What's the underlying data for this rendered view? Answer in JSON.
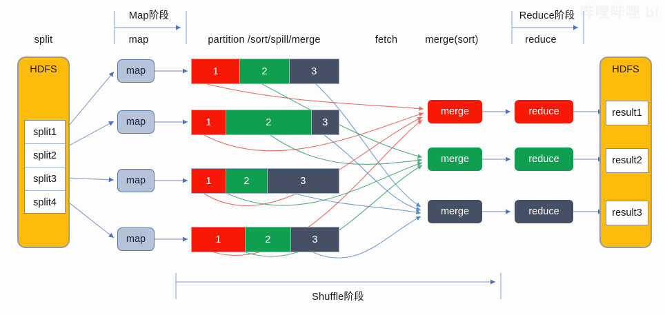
{
  "diagram": {
    "title": "MapReduce Shuffle Process",
    "watermark": "哔哩哔哩 bi"
  },
  "phases": {
    "map_phase": "Map阶段",
    "reduce_phase": "Reduce阶段",
    "shuffle_phase": "Shuffle阶段"
  },
  "column_labels": {
    "split": "split",
    "map": "map",
    "partition": "partition /sort/spill/merge",
    "fetch": "fetch",
    "merge_sort": "merge(sort)",
    "reduce": "reduce"
  },
  "input_store": {
    "name": "HDFS",
    "splits": [
      "split1",
      "split2",
      "split3",
      "split4"
    ]
  },
  "output_store": {
    "name": "HDFS",
    "results": [
      "result1",
      "result2",
      "result3"
    ]
  },
  "mappers": [
    {
      "label": "map"
    },
    {
      "label": "map"
    },
    {
      "label": "map"
    },
    {
      "label": "map"
    }
  ],
  "partition_bars": [
    {
      "segments": [
        {
          "label": "1",
          "color": "#f81807",
          "width_pct": 33.0
        },
        {
          "label": "2",
          "color": "#109f50",
          "width_pct": 33.5
        },
        {
          "label": "3",
          "color": "#465064",
          "width_pct": 33.5
        }
      ]
    },
    {
      "segments": [
        {
          "label": "1",
          "color": "#f81807",
          "width_pct": 23.5
        },
        {
          "label": "2",
          "color": "#109f50",
          "width_pct": 58.0
        },
        {
          "label": "3",
          "color": "#465064",
          "width_pct": 18.5
        }
      ]
    },
    {
      "segments": [
        {
          "label": "1",
          "color": "#f81807",
          "width_pct": 23.5
        },
        {
          "label": "2",
          "color": "#109f50",
          "width_pct": 28.0
        },
        {
          "label": "3",
          "color": "#465064",
          "width_pct": 48.5
        }
      ]
    },
    {
      "segments": [
        {
          "label": "1",
          "color": "#f81807",
          "width_pct": 36.5
        },
        {
          "label": "2",
          "color": "#109f50",
          "width_pct": 31.0
        },
        {
          "label": "3",
          "color": "#465064",
          "width_pct": 32.5
        }
      ]
    }
  ],
  "mergers": [
    {
      "label": "merge",
      "color": "#f81807"
    },
    {
      "label": "merge",
      "color": "#109f50"
    },
    {
      "label": "merge",
      "color": "#465064"
    }
  ],
  "reducers": [
    {
      "label": "reduce",
      "color": "#f81807"
    },
    {
      "label": "reduce",
      "color": "#109f50"
    },
    {
      "label": "reduce",
      "color": "#465064"
    }
  ],
  "colors": {
    "partition1": "#f81807",
    "partition2": "#109f50",
    "partition3": "#465064",
    "hdfs": "#fdbb0c",
    "map_box": "#b6c2d9",
    "arrow": "#7f96c4"
  }
}
